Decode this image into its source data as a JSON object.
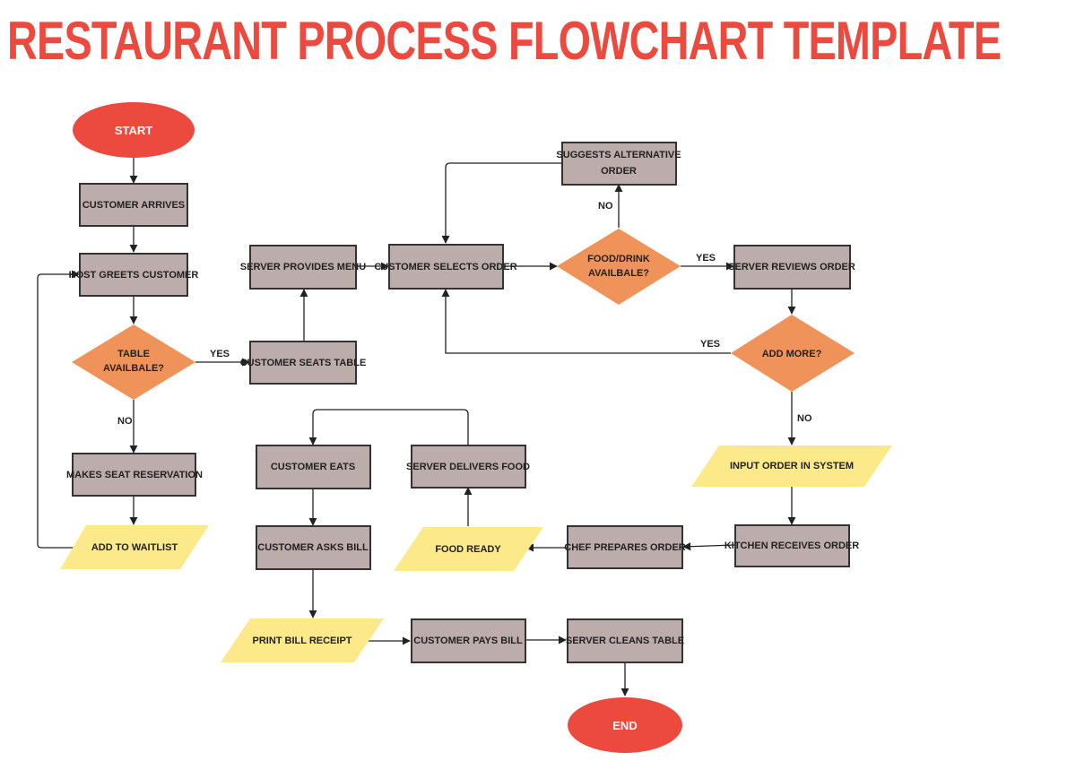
{
  "title": "RESTAURANT PROCESS FLOWCHART TEMPLATE",
  "colors": {
    "title": "#ec4a3f",
    "terminal": "#ec4a3f",
    "process": "#bcacab",
    "decision": "#f0935a",
    "io": "#fbe98a",
    "stroke": "#333333"
  },
  "nodes": {
    "start": "START",
    "customer_arrives": "CUSTOMER ARRIVES",
    "host_greets": "HOST GREETS CUSTOMER",
    "table_available": [
      "TABLE",
      "AVAILBALE?"
    ],
    "makes_reservation": "MAKES SEAT RESERVATION",
    "add_waitlist": "ADD TO WAITLIST",
    "customer_seats": "CUSTOMER SEATS TABLE",
    "server_menu": "SERVER PROVIDES MENU",
    "customer_selects": "CUSTOMER SELECTS ORDER",
    "suggests_alternative": [
      "SUGGESTS ALTERNATIVE",
      "ORDER"
    ],
    "food_available": [
      "FOOD/DRINK",
      "AVAILBALE?"
    ],
    "server_reviews": "SERVER REVIEWS ORDER",
    "add_more": "ADD MORE?",
    "input_order": "INPUT ORDER IN SYSTEM",
    "kitchen_receives": "KITCHEN RECEIVES ORDER",
    "chef_prepares": "CHEF PREPARES ORDER",
    "food_ready": "FOOD READY",
    "server_delivers": "SERVER DELIVERS FOOD",
    "customer_eats": "CUSTOMER EATS",
    "customer_asks_bill": "CUSTOMER ASKS BILL",
    "print_receipt": "PRINT BILL RECEIPT",
    "customer_pays": "CUSTOMER PAYS BILL",
    "server_cleans": "SERVER CLEANS TABLE",
    "end": "END"
  },
  "edge_labels": {
    "table_yes": "YES",
    "table_no": "NO",
    "food_no": "NO",
    "food_yes": "YES",
    "more_yes": "YES",
    "more_no": "NO"
  }
}
